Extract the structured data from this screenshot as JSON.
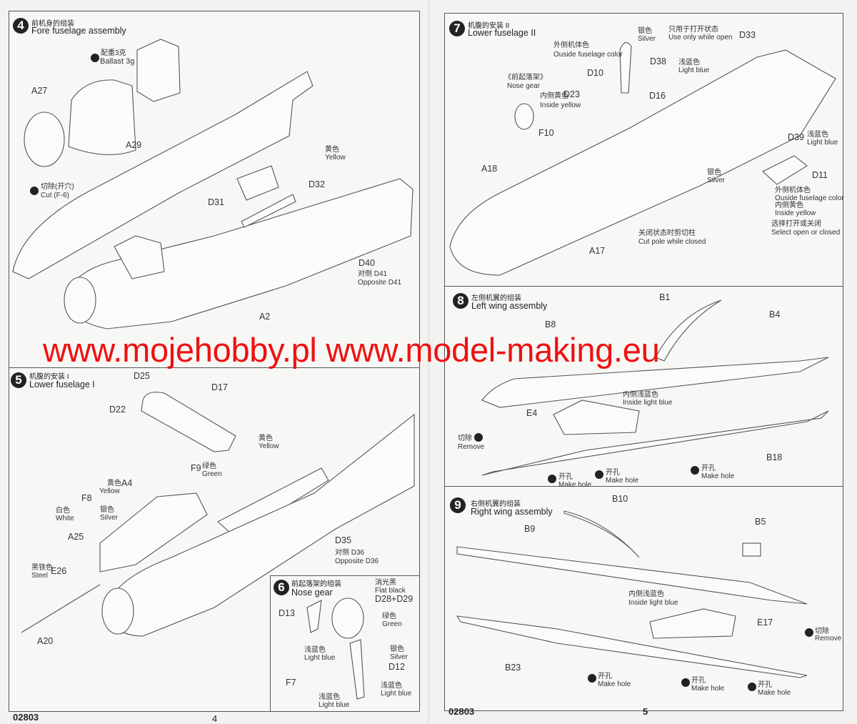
{
  "pages": {
    "left_code": "02803",
    "left_number": "4",
    "right_code": "02803",
    "right_number": "5"
  },
  "watermark": "www.mojehobby.pl www.model-making.eu",
  "step4": {
    "number": "4",
    "title_cn": "前机身的组装",
    "title_en": "Fore fuselage assembly",
    "ballast_cn": "配重3克",
    "ballast_en": "Ballast 3g",
    "a27": "A27",
    "a29": "A29",
    "yellow_cn": "黄色",
    "yellow_en": "Yellow",
    "d32": "D32",
    "d31": "D31",
    "cut_cn": "切除(开穴)",
    "cut_en": "Cut (F-6)",
    "d40": "D40",
    "opp_cn": "对侧 D41",
    "opp_en": "Opposite D41",
    "a2": "A2"
  },
  "step5": {
    "number": "5",
    "title_cn": "机腹的安装 I",
    "title_en": "Lower fuselage I",
    "d25": "D25",
    "d17": "D17",
    "d22": "D22",
    "yellow_cn": "黄色",
    "yellow_en": "Yellow",
    "f9": "F9",
    "green_cn": "绿色",
    "green_en": "Green",
    "a4_cn": "黄色",
    "a4": "A4",
    "a4_en": "Yellow",
    "f8": "F8",
    "white_cn": "白色",
    "white_en": "White",
    "silver_cn": "银色",
    "silver_en": "Silver",
    "a25": "A25",
    "d35": "D35",
    "opp_cn": "对侧 D36",
    "opp_en": "Opposite D36",
    "steel_cn": "黑铁色",
    "steel_en": "Steel",
    "e26": "E26",
    "a20": "A20"
  },
  "step6": {
    "number": "6",
    "title_cn": "前起落架的组装",
    "title_en": "Nose gear",
    "flat_cn": "消光黑",
    "flat_en": "Flat black",
    "d28": "D28+D29",
    "d13": "D13",
    "green_cn": "绿色",
    "green_en": "Green",
    "lb1_cn": "浅蓝色",
    "lb1_en": "Light blue",
    "silver_cn": "银色",
    "silver_en": "Silver",
    "d12": "D12",
    "f7": "F7",
    "lb2_cn": "浅蓝色",
    "lb2_en": "Light blue",
    "lb3_cn": "浅蓝色",
    "lb3_en": "Light blue"
  },
  "step7": {
    "number": "7",
    "title_cn": "机腹的安装 II",
    "title_en": "Lower fuselage II",
    "silver1_cn": "银色",
    "silver1_en": "Silver",
    "open_cn": "只用于打开状态",
    "open_en": "Use only while open",
    "d33": "D33",
    "outside_cn": "外侧机体色",
    "outside_en": "Ouside fuselage color",
    "d38": "D38",
    "lb_cn": "浅蓝色",
    "lb_en": "Light blue",
    "d10": "D10",
    "nose_cn": "《前起落架》",
    "nose_en": "Nose gear",
    "iy_cn": "内侧黄色",
    "d23": "D23",
    "iy_en": "Inside yellow",
    "d16": "D16",
    "f10": "F10",
    "d39": "D39",
    "lb2_cn": "浅蓝色",
    "lb2_en": "Light blue",
    "a18": "A18",
    "silver2_cn": "银色",
    "silver2_en": "Silver",
    "d11": "D11",
    "out2_cn": "外侧机体色",
    "out2_en": "Ouside fuselage color",
    "in2_cn": "内侧黄色",
    "in2_en": "Inside yellow",
    "sel_cn": "选择打开或关闭",
    "sel_en": "Select open or closed",
    "cut_cn": "关闭状态时剪切柱",
    "cut_en": "Cut pole while closed",
    "a17": "A17"
  },
  "step8": {
    "number": "8",
    "title_cn": "左侧机翼的组装",
    "title_en": "Left wing assembly",
    "b1": "B1",
    "b8": "B8",
    "b4": "B4",
    "ilb_cn": "内侧浅蓝色",
    "ilb_en": "Inside light blue",
    "e4": "E4",
    "remove_cn": "切除",
    "remove_en": "Remove",
    "b18": "B18",
    "hole_cn": "开孔",
    "hole_en": "Make hole"
  },
  "step9": {
    "number": "9",
    "title_cn": "右侧机翼的组装",
    "title_en": "Right wing assembly",
    "b10": "B10",
    "b9": "B9",
    "b5": "B5",
    "ilb_cn": "内侧浅蓝色",
    "ilb_en": "Inside light blue",
    "e17": "E17",
    "remove_cn": "切除",
    "remove_en": "Remove",
    "b23": "B23",
    "hole_cn": "开孔",
    "hole_en": "Make hole"
  }
}
